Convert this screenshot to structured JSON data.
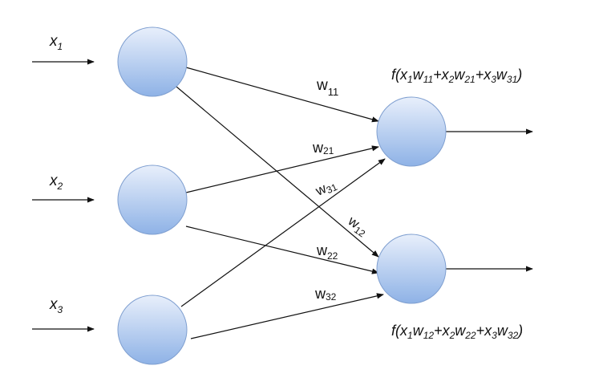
{
  "colors": {
    "node_fill_top": "#e8effb",
    "node_fill_bottom": "#8eb2e6",
    "node_stroke": "#7f9fd0",
    "line": "#111111"
  },
  "inputs": [
    {
      "base": "x",
      "sub": "1"
    },
    {
      "base": "x",
      "sub": "2"
    },
    {
      "base": "x",
      "sub": "3"
    }
  ],
  "weights": {
    "w11": {
      "base": "w",
      "sub": "11"
    },
    "w21": {
      "base": "w",
      "sub": "21"
    },
    "w31": {
      "base": "w",
      "sub": "31"
    },
    "w12": {
      "base": "w",
      "sub": "12"
    },
    "w22": {
      "base": "w",
      "sub": "22"
    },
    "w32": {
      "base": "w",
      "sub": "32"
    }
  },
  "outputs": [
    {
      "formula": {
        "open": "f(",
        "x1": "x",
        "x1_sub": "1",
        "w1": "w",
        "w1_sub": "11",
        "plus1": "+",
        "x2": "x",
        "x2_sub": "2",
        "w2": "w",
        "w2_sub": "21",
        "plus2": "+",
        "x3": "x",
        "x3_sub": "3",
        "w3": "w",
        "w3_sub": "31",
        "close": ")"
      }
    },
    {
      "formula": {
        "open": "f(",
        "x1": "x",
        "x1_sub": "1",
        "w1": "w",
        "w1_sub": "12",
        "plus1": "+",
        "x2": "x",
        "x2_sub": "2",
        "w2": "w",
        "w2_sub": "22",
        "plus2": "+",
        "x3": "x",
        "x3_sub": "3",
        "w3": "w",
        "w3_sub": "32",
        "close": ")"
      }
    }
  ]
}
